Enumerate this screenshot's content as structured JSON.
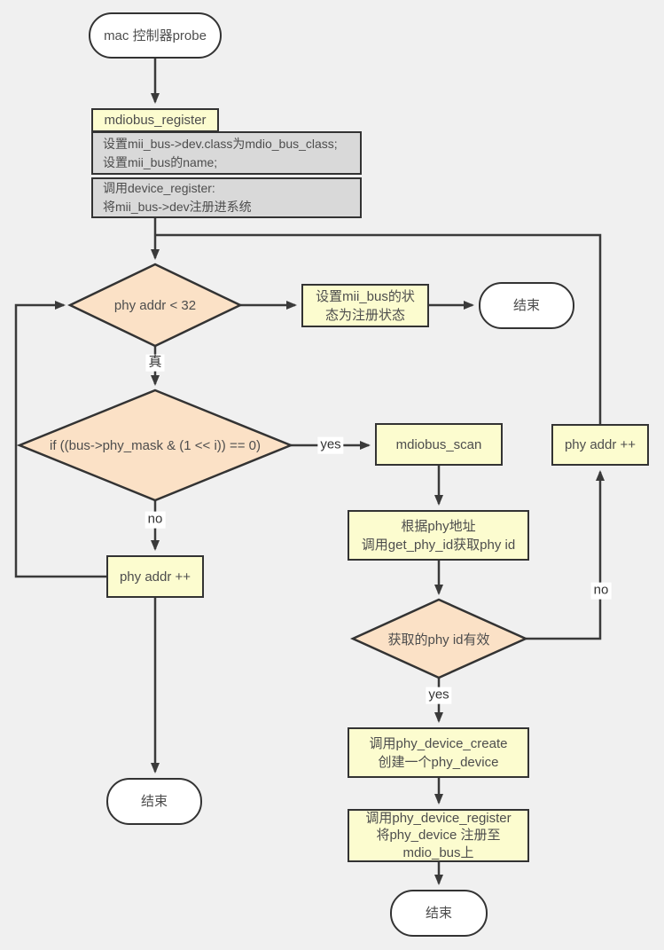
{
  "colors": {
    "background": "#f0f0f0",
    "node_border": "#333333",
    "connector": "#3a3a3a",
    "yellow_fill": "#fcfccf",
    "peach_fill": "#fbe1c6",
    "gray_fill": "#d9d9d9",
    "white_fill": "#ffffff",
    "text": "#4d4d4d"
  },
  "nodes": {
    "start": {
      "label": "mac 控制器probe"
    },
    "mdiobus_register_tab": {
      "label": "mdiobus_register"
    },
    "set_class_note": {
      "text": "设置mii_bus->dev.class为mdio_bus_class;\n设置mii_bus的name;"
    },
    "device_register_note": {
      "text": "调用device_register:\n将mii_bus->dev注册进系统"
    },
    "phy_addr_check": {
      "label": "phy addr < 32"
    },
    "set_bus_state": {
      "text": "设置mii_bus的状\n态为注册状态"
    },
    "end_top": {
      "label": "结束"
    },
    "phy_mask_check": {
      "label": "if ((bus->phy_mask & (1 << i)) == 0)"
    },
    "mdiobus_scan": {
      "label": "mdiobus_scan"
    },
    "phy_addr_inc_right": {
      "label": "phy addr ++"
    },
    "get_phy_id": {
      "text": "根据phy地址\n调用get_phy_id获取phy id"
    },
    "phy_id_valid": {
      "label": "获取的phy id有效"
    },
    "phy_addr_inc_left": {
      "label": "phy addr ++"
    },
    "end_left": {
      "label": "结束"
    },
    "phy_device_create": {
      "text": "调用phy_device_create\n创建一个phy_device"
    },
    "phy_device_register": {
      "text": "调用phy_device_register\n将phy_device 注册至\nmdio_bus上"
    },
    "end_bottom": {
      "label": "结束"
    }
  },
  "edge_labels": {
    "true_branch": "真",
    "yes_scan": "yes",
    "no_left": "no",
    "yes_valid": "yes",
    "no_right": "no"
  }
}
